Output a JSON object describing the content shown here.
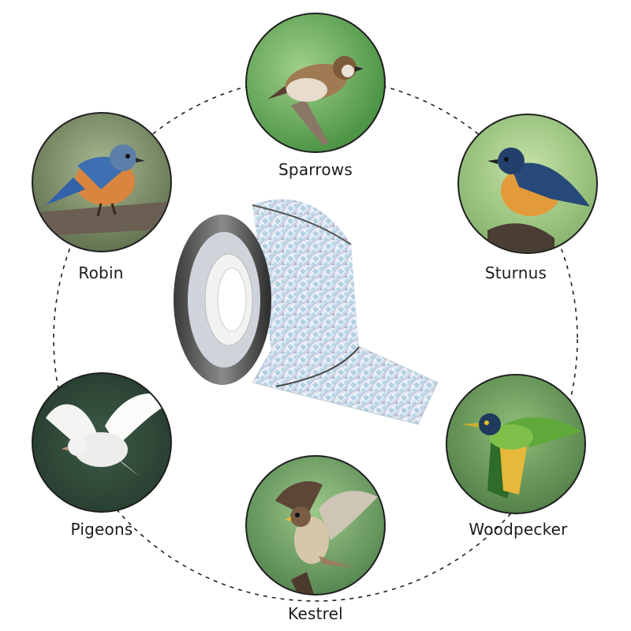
{
  "birds": [
    {
      "key": "sparrows",
      "label": "Sparrows",
      "icon": "sparrow-icon"
    },
    {
      "key": "sturnus",
      "label": "Sturnus",
      "icon": "sturnus-icon"
    },
    {
      "key": "woodpecker",
      "label": "Woodpecker",
      "icon": "woodpecker-icon"
    },
    {
      "key": "kestrel",
      "label": "Kestrel",
      "icon": "kestrel-icon"
    },
    {
      "key": "pigeons",
      "label": "Pigeons",
      "icon": "pigeon-icon"
    },
    {
      "key": "robin",
      "label": "Robin",
      "icon": "robin-icon"
    }
  ],
  "colors": {
    "ring_line": "#222222",
    "label_text": "#1b1b1b",
    "background": "#ffffff"
  }
}
